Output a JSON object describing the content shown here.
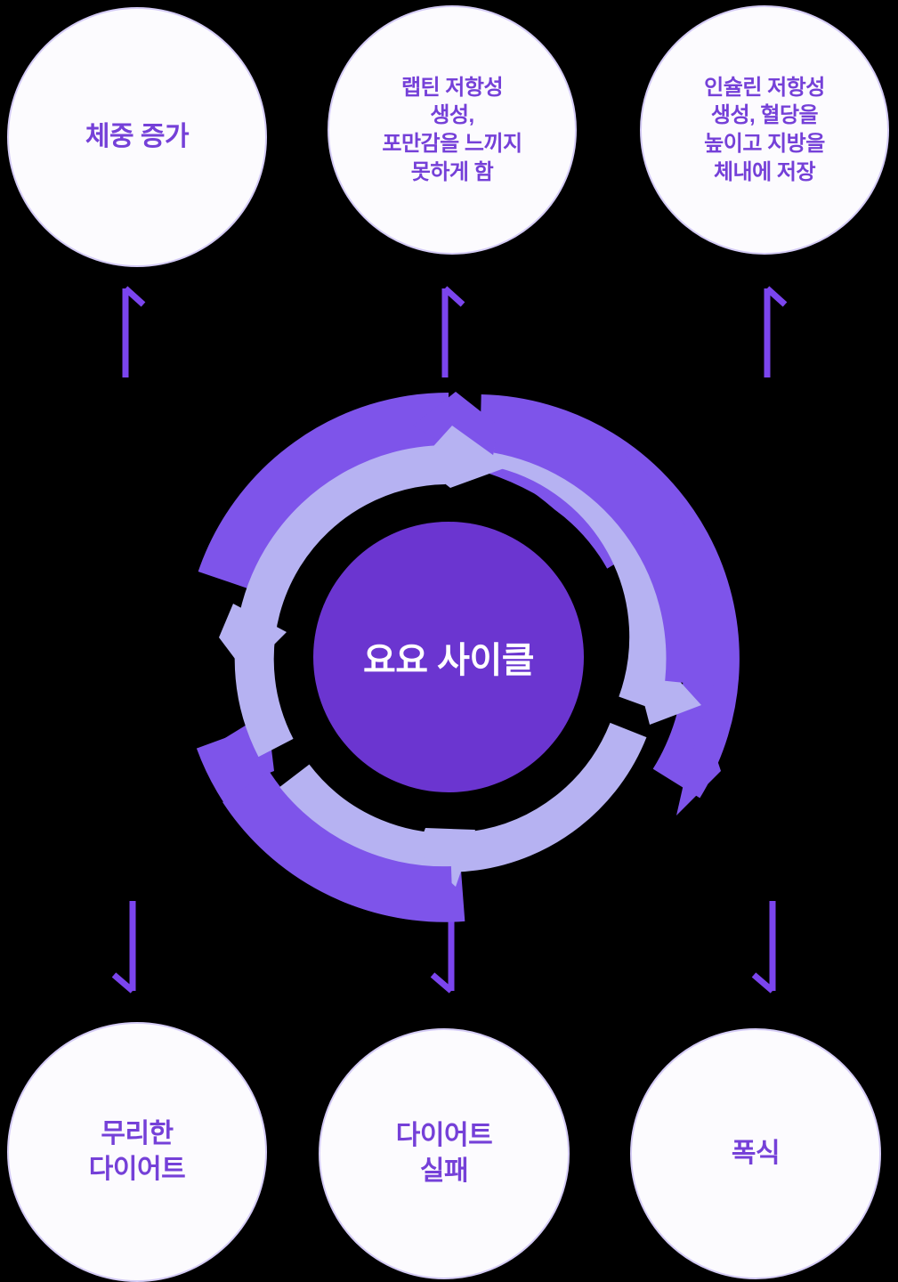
{
  "diagram": {
    "title": "요요 사이클",
    "center": {
      "label": "요요 사이클"
    },
    "colors": {
      "background": "#000000",
      "bubble_fill": "#fcfbfe",
      "bubble_border": "#d4cbf5",
      "bubble_text": "#7540d8",
      "ring_outer": "#7e54ea",
      "ring_inner": "#b6b2f2",
      "hub_fill": "#6b35d0",
      "hub_text": "#ffffff",
      "connector": "#7b45ee"
    },
    "top_nodes": [
      {
        "id": "weight-gain",
        "label": "체중 증가"
      },
      {
        "id": "leptin-resistance",
        "label": "랩틴 저항성\n생성,\n포만감을 느끼지\n못하게 함"
      },
      {
        "id": "insulin-resistance",
        "label": "인슐린 저항성\n생성, 혈당을\n높이고 지방을\n체내에 저장"
      }
    ],
    "bottom_nodes": [
      {
        "id": "crash-diet",
        "label": "무리한\n다이어트"
      },
      {
        "id": "diet-failure",
        "label": "다이어트\n실패"
      },
      {
        "id": "binge-eating",
        "label": "폭식"
      }
    ],
    "connectors": [
      {
        "id": "up-left",
        "direction": "up",
        "from": "cycle",
        "to": "weight-gain"
      },
      {
        "id": "up-center",
        "direction": "up",
        "from": "cycle",
        "to": "leptin-resistance"
      },
      {
        "id": "up-right",
        "direction": "up",
        "from": "cycle",
        "to": "insulin-resistance"
      },
      {
        "id": "down-left",
        "direction": "down",
        "from": "cycle",
        "to": "crash-diet"
      },
      {
        "id": "down-center",
        "direction": "down",
        "from": "cycle",
        "to": "diet-failure"
      },
      {
        "id": "down-right",
        "direction": "down",
        "from": "cycle",
        "to": "binge-eating"
      }
    ],
    "ring": {
      "segments": 3,
      "rotation": "clockwise",
      "description": "three-segment circular arrow cycle"
    }
  }
}
